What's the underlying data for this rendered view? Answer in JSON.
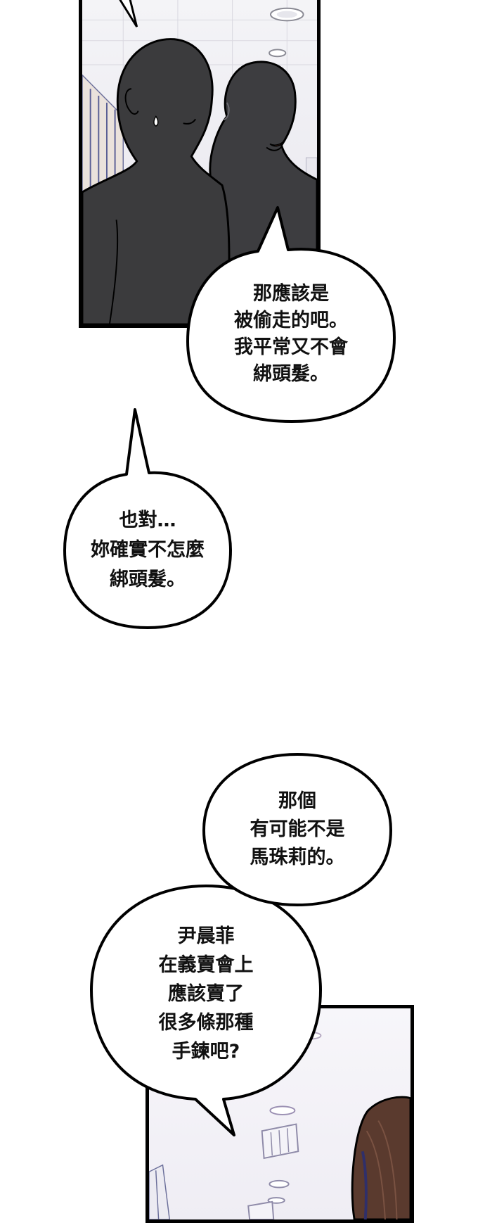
{
  "bubbles": {
    "b1": {
      "lines": [
        "那應該是",
        "被偷走的吧。",
        "我平常又不會",
        "綁頭髮。"
      ]
    },
    "b2": {
      "lines": [
        "也對…",
        "妳確實不怎麼",
        "綁頭髮。"
      ]
    },
    "b3": {
      "lines": [
        "那個",
        "有可能不是",
        "馬珠莉的。"
      ]
    },
    "b4": {
      "lines": [
        "尹晨菲",
        "在義賣會上",
        "應該賣了",
        "很多條那種",
        "手鍊吧?"
      ]
    }
  },
  "colors": {
    "silhouette": "#3b3b3d",
    "outline": "#000000",
    "bubble_fill": "#ffffff",
    "hair": "#5a3a2e",
    "mouth": "#d36a4d"
  },
  "icons": {
    "ceiling_light": "ceiling-light-icon"
  }
}
